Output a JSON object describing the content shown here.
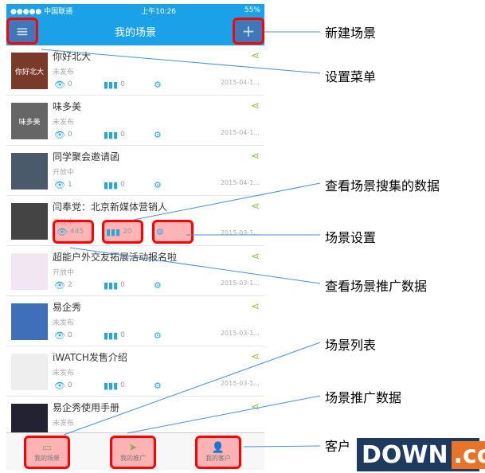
{
  "status": {
    "carrier": "●●●●● 中国联通",
    "time": "上午10:26",
    "battery": "55%"
  },
  "nav": {
    "title": "我的场景",
    "menu_icon": "hamburger-icon",
    "add_icon": "plus-icon"
  },
  "scenes": [
    {
      "title": "你好北大",
      "state": "未发布",
      "views": "0",
      "data": "0",
      "date": "2015-04-1...",
      "thumb": "你好北大"
    },
    {
      "title": "味多美",
      "state": "未发布",
      "views": "0",
      "data": "0",
      "date": "2015-04-1...",
      "thumb": "味多美"
    },
    {
      "title": "同学聚会邀请函",
      "state": "开放中",
      "views": "1",
      "data": "0",
      "date": "2015-04-1...",
      "thumb": ""
    },
    {
      "title": "闫奉党：北京新媒体营销人",
      "state": "开放中",
      "views": "445",
      "data": "20",
      "date": "2015-03-1...",
      "thumb": ""
    },
    {
      "title": "超能户外交友拓展活动报名啦",
      "state": "开放中",
      "views": "2",
      "data": "0",
      "date": "2015-03-1...",
      "thumb": ""
    },
    {
      "title": "易企秀",
      "state": "未发布",
      "views": "0",
      "data": "0",
      "date": "2015-03-1...",
      "thumb": ""
    },
    {
      "title": "iWATCH发售介绍",
      "state": "未发布",
      "views": "0",
      "data": "0",
      "date": "2015-03-1...",
      "thumb": ""
    },
    {
      "title": "易企秀使用手册",
      "state": "未发布",
      "views": "",
      "data": "",
      "date": "",
      "thumb": ""
    }
  ],
  "tabs": [
    {
      "label": "我的场景",
      "icon": "monitor-icon"
    },
    {
      "label": "我的推广",
      "icon": "paper-plane-icon"
    },
    {
      "label": "我的客户",
      "icon": "person-icon"
    }
  ],
  "annotations": [
    "新建场景",
    "设置菜单",
    "查看场景搜集的数据",
    "场景设置",
    "查看场景推广数据",
    "场景列表",
    "场景推广数据",
    "客户"
  ],
  "watermark": "DOWN.CC",
  "colors": {
    "header": "#1aa1e8",
    "highlight": "#ff0000",
    "share": "#8bc34a",
    "icon": "#29a6d6"
  }
}
